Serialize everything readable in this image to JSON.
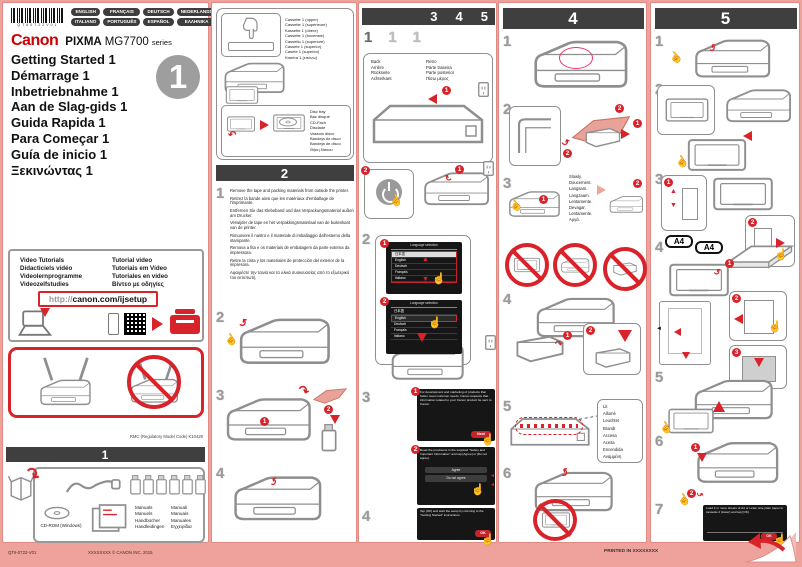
{
  "icons": {
    "hand_up": "☝",
    "hand_left": "☜",
    "curve_cw": "↷",
    "curve_ccw": "↶",
    "up": "▲",
    "down": "▼",
    "left": "◄",
    "right": "►"
  },
  "left": {
    "barcode_text": "QT60722V01",
    "languages": [
      "ENGLISH",
      "FRANÇAIS",
      "DEUTSCH",
      "NEDERLANDS",
      "ITALIANO",
      "PORTUGUÊS",
      "ESPAÑOL",
      "ΕΛΛΗΝΙΚΑ"
    ],
    "brand": "Canon",
    "product": "PIXMA",
    "model": "MG7700",
    "series_word": "series",
    "titles": [
      "Getting Started 1",
      "Démarrage 1",
      "Inbetriebnahme 1",
      "Aan de Slag-gids 1",
      "Guida Rapida 1",
      "Para Começar 1",
      "Guía de inicio 1",
      "Ξεκινώντας 1"
    ],
    "doc_number": "1",
    "video": {
      "col1": [
        "Video Tutorials",
        "Didacticiels vidéo",
        "Videolernprogramme",
        "Videozelfstudies"
      ],
      "col2": [
        "Tutorial video",
        "Tutoriais em Vídeo",
        "Tutoriales en vídeo",
        "Βίντεο με οδηγίες"
      ],
      "url_prefix": "http://",
      "url_main": "canon.com/ijsetup"
    },
    "rmc": "RMC (Regulatory Model Code) K10429",
    "section1": {
      "header": "1",
      "cd": "CD-ROM (Windows)",
      "manuals_col1": [
        "Manuals",
        "Manuels",
        "Handbücher",
        "Handleidingen"
      ],
      "manuals_col2": [
        "Manuali",
        "Manuais",
        "Manuales",
        "Εγχειρίδια"
      ]
    },
    "footer": {
      "left": "QT6-0722-V01",
      "center": "XXXXXXXX © CANON INC. 2015",
      "right": "PRINTED IN XXXXXXXX"
    }
  },
  "col2": {
    "cassette_labels": [
      "Cassette 1 (upper)",
      "Cassette 1 (supérieure)",
      "Kassette 1 (obere)",
      "Cassette 1 (bovenste)",
      "Cassetto 1 (superiore)",
      "Cassete 1 (superior)",
      "Casete 1 (superior)",
      "Κασέτα 1 (επάνω)"
    ],
    "disc_labels": [
      "Disc tray",
      "Bac disque",
      "CD-Fach",
      "Disclade",
      "Vassoio disco",
      "Bandeja do disco",
      "Bandeja de disco",
      "Θήκη δίσκου"
    ],
    "header": "2",
    "step1": "1",
    "step2": "2",
    "step3": "3",
    "step4": "4",
    "instructions": [
      "Remove the tape and packing materials from outside the printer.",
      "Retirez la bande ainsi que les matériaux d'emballage de l'imprimante.",
      "Entfernen Sie das Klebeband und das Verpackungsmaterial außen am Drucker.",
      "Verwijder de tape en het verpakkingsmateriaal van de buitenkant van de printer.",
      "Rimuovere il nastro e il materiale di imballaggio dall'esterno della stampante.",
      "Remova a fita e os materiais de embalagem da parte externa da impressora.",
      "Retire la cinta y los materiales de protección del exterior de la impresora.",
      "Αφαιρέστε την ταινία και τα υλικά συσκευασίας από το εξωτερικό του εκτυπωτή."
    ]
  },
  "col3": {
    "headers": [
      "3",
      "4",
      "5"
    ],
    "substeps": [
      "1",
      "1",
      "1"
    ],
    "back_col1": [
      "Back",
      "Arrière",
      "Rückseite",
      "Achterkant"
    ],
    "back_col2": [
      "Retro",
      "Parte traseira",
      "Parte posterior",
      "Πίσω μέρος"
    ],
    "step2": "2",
    "step3": "3",
    "step4": "4",
    "lcd_language_1": {
      "title": "Language selection",
      "items": [
        "日本語",
        "English",
        "Deutsch",
        "Français",
        "Italiano"
      ]
    },
    "lcd_language_2": {
      "title": "Language selection",
      "items": [
        "日本語",
        "English",
        "Deutsch",
        "Français",
        "Italiano"
      ]
    },
    "lcd_info": {
      "text": "For development and marketing of products that better meet customer needs, Canon requests that information related to your Canon product be sent to Canon.",
      "button": "Next"
    },
    "lcd_agree": {
      "text": "Read the provisions in the supplied \"Safety and Important Information\" and tap [Agree] or [Do not agree].",
      "buttons": [
        "Agree",
        "Do not agree"
      ]
    },
    "lcd_ok": {
      "text": "Tap [OK] and start the setup by referring to the \"Getting Started\" instructions.",
      "button": "OK"
    }
  },
  "col4": {
    "header": "4",
    "steps": [
      "1",
      "2",
      "3",
      "4",
      "5",
      "6"
    ],
    "slowly": [
      "Slowly.",
      "Doucement.",
      "Langsam.",
      "Langzaam.",
      "Lentamente.",
      "Devagar.",
      "Lentamente.",
      "Αργά."
    ],
    "lit": [
      "Lit",
      "Allumé",
      "Leuchtet",
      "Brandt",
      "Accesa",
      "Acesa",
      "Encendida",
      "Αναμμένη"
    ]
  },
  "col5": {
    "header": "5",
    "steps": [
      "1",
      "2",
      "3",
      "4",
      "5",
      "6",
      "7"
    ],
    "a4": "A4",
    "lcd_paper": {
      "text": "Load 2 or more sheets of A4 or Letter size plain paper in cassette 2 (lower) and tap [OK].",
      "button": "OK"
    }
  }
}
